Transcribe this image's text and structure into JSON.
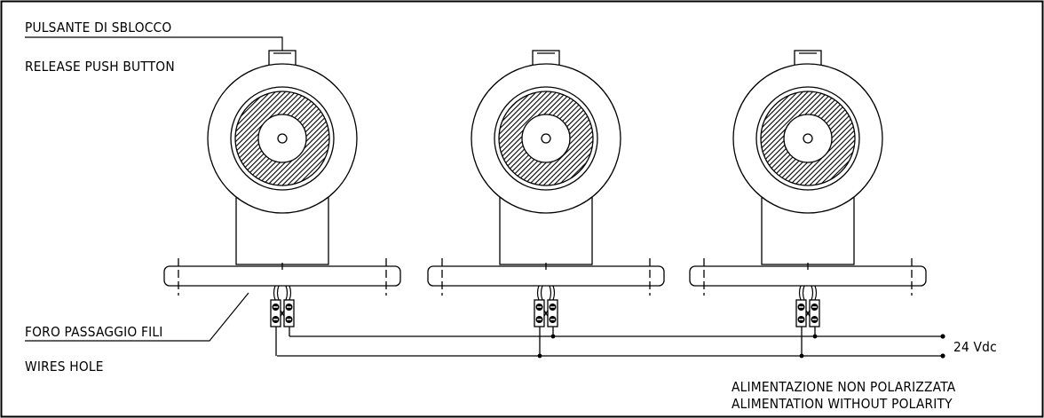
{
  "labels": {
    "release_it": "PULSANTE DI SBLOCCO",
    "release_en": "RELEASE PUSH BUTTON",
    "hole_it": "FORO PASSAGGIO FILI",
    "hole_en": "WIRES HOLE",
    "voltage": "24 Vdc",
    "power_it": "ALIMENTAZIONE NON POLARIZZATA",
    "power_en": "ALIMENTATION WITHOUT POLARITY"
  },
  "colors": {
    "line": "#000000",
    "background": "#ffffff"
  },
  "device_count": 3,
  "icons": [
    "electromagnet-holder",
    "terminal-block",
    "wire-junction-dot"
  ]
}
